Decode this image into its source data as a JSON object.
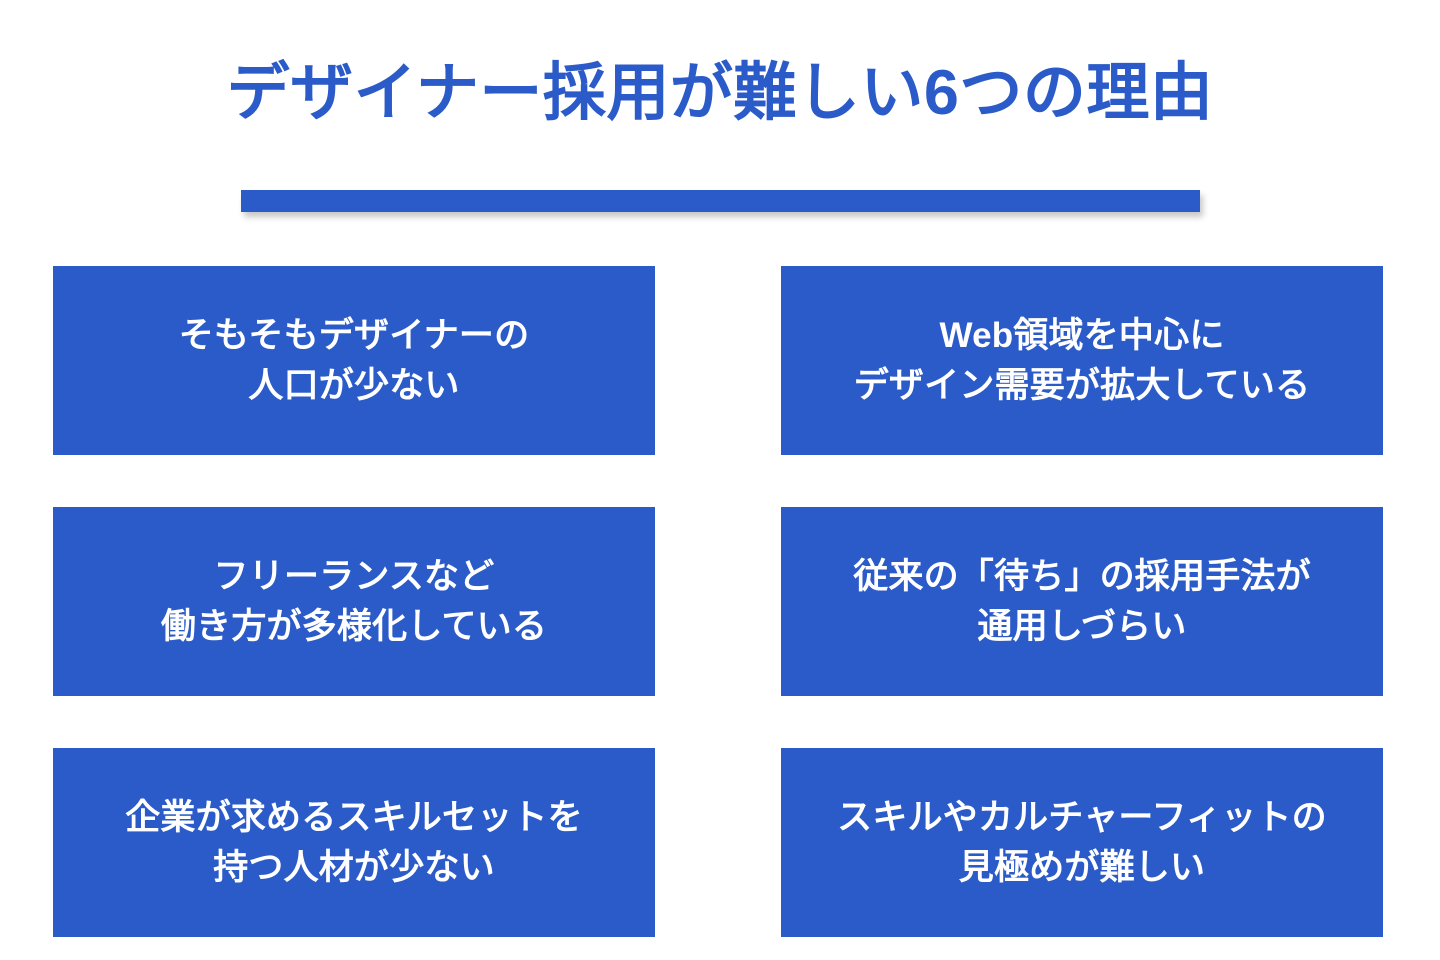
{
  "page": {
    "background_color": "#ffffff",
    "accent_color": "#2b5bc8",
    "text_on_accent_color": "#ffffff"
  },
  "header": {
    "title": "デザイナー採用が難しい6つの理由",
    "underline_bar_color": "#2b5bc8"
  },
  "reasons": [
    {
      "index": "1",
      "line1": "そもそもデザイナーの",
      "line2": "人口が少ない",
      "text": "そもそもデザイナーの\n人口が少ない"
    },
    {
      "index": "2",
      "line1": "Web領域を中心に",
      "line2": "デザイン需要が拡大している",
      "text": "Web領域を中心に\nデザイン需要が拡大している"
    },
    {
      "index": "3",
      "line1": "フリーランスなど",
      "line2": "働き方が多様化している",
      "text": "フリーランスなど\n働き方が多様化している"
    },
    {
      "index": "4",
      "line1": "従来の「待ち」の採用手法が",
      "line2": "通用しづらい",
      "text": "従来の「待ち」の採用手法が\n通用しづらい"
    },
    {
      "index": "5",
      "line1": "企業が求めるスキルセットを",
      "line2": "持つ人材が少ない",
      "text": "企業が求めるスキルセットを\n持つ人材が少ない"
    },
    {
      "index": "6",
      "line1": "スキルやカルチャーフィットの",
      "line2": "見極めが難しい",
      "text": "スキルやカルチャーフィットの\n見極めが難しい"
    }
  ]
}
